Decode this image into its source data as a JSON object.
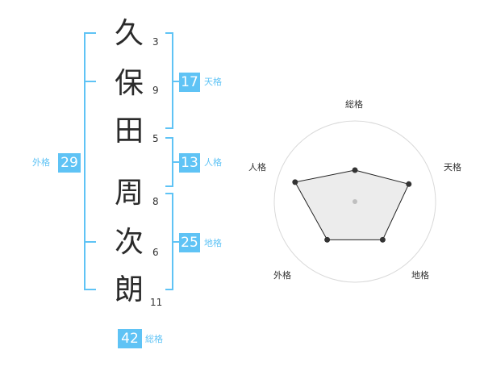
{
  "colors": {
    "accent": "#5fc3f5",
    "text": "#2b2b2b",
    "radar_fill": "#efefef",
    "radar_stroke": "#222222",
    "ring": "#d9d9d9"
  },
  "name": {
    "surname": [
      {
        "char": "久",
        "strokes": "3"
      },
      {
        "char": "保",
        "strokes": "9"
      },
      {
        "char": "田",
        "strokes": "5"
      }
    ],
    "given": [
      {
        "char": "周",
        "strokes": "8"
      },
      {
        "char": "次",
        "strokes": "6"
      },
      {
        "char": "朗",
        "strokes": "11"
      }
    ]
  },
  "fortunes": {
    "tenkaku": {
      "value": "17",
      "label": "天格"
    },
    "jinkaku": {
      "value": "13",
      "label": "人格"
    },
    "chikaku": {
      "value": "25",
      "label": "地格"
    },
    "gaikaku": {
      "value": "29",
      "label": "外格"
    },
    "soukaku": {
      "value": "42",
      "label": "総格"
    }
  },
  "chart_data": {
    "type": "radar",
    "axes": [
      "総格",
      "天格",
      "地格",
      "外格",
      "人格"
    ],
    "values": [
      0.5,
      0.9,
      0.75,
      0.75,
      1.0
    ],
    "max": 1.0,
    "rings": 4
  }
}
